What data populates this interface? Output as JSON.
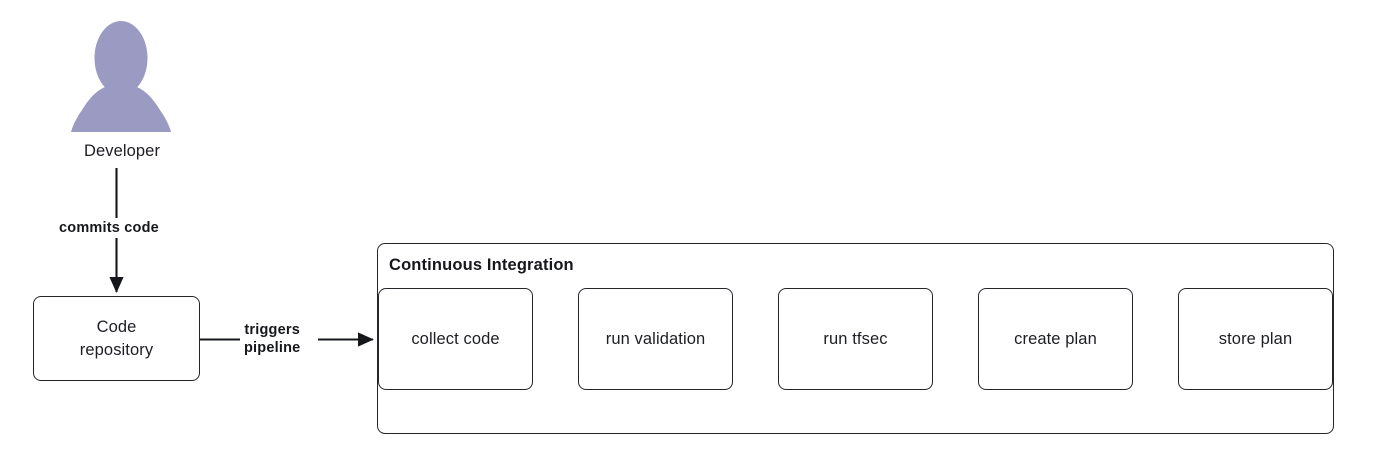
{
  "diagram": {
    "title_hidden": "",
    "background_color": "#ffffff",
    "line_color": "#25262b",
    "text_color": "#1d1e23",
    "actor_color": "#9a9ac2"
  },
  "actor": {
    "icon": "person-icon",
    "label": "Developer"
  },
  "nodes": {
    "code_repository": {
      "label_line1": "Code",
      "label_line2": "repository"
    }
  },
  "ci": {
    "title": "Continuous Integration",
    "steps": [
      {
        "label": "collect code"
      },
      {
        "label": "run validation"
      },
      {
        "label": "run tfsec"
      },
      {
        "label": "create plan"
      },
      {
        "label": "store plan"
      }
    ]
  },
  "edges": {
    "commits_code": "commits code",
    "triggers_pipeline_line1": "triggers",
    "triggers_pipeline_line2": "pipeline"
  }
}
